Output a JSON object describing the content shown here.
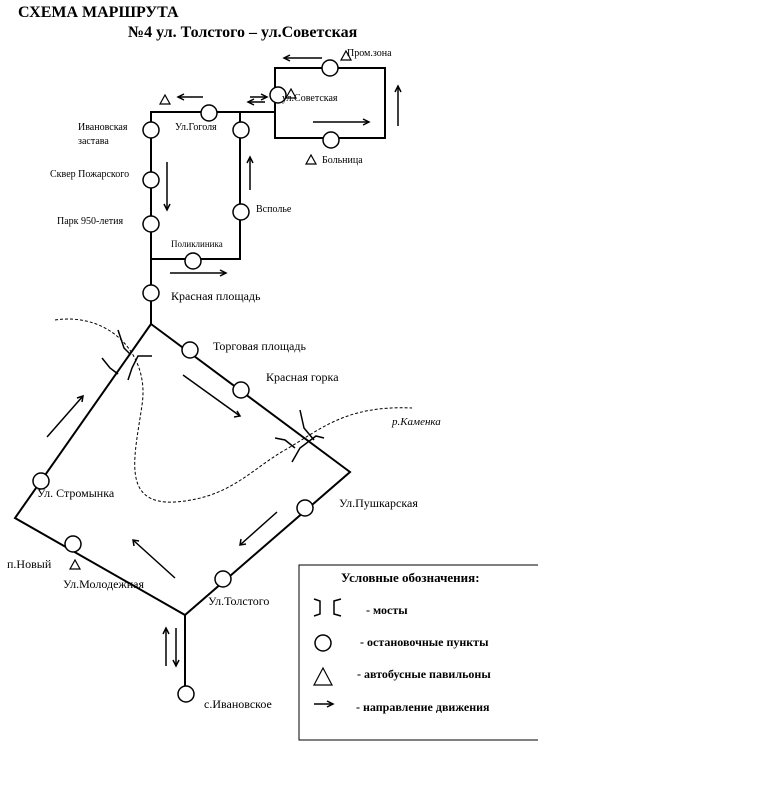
{
  "title": {
    "line1": "СХЕМА МАРШРУТА",
    "line2": "№4 ул. Толстого – ул.Советская"
  },
  "stops": {
    "prom_zona": "Пром.зона",
    "sovetskaya": "ул.Советская",
    "bolnitsa": "Больница",
    "ivanovskaya_zastava_1": "Ивановская",
    "ivanovskaya_zastava_2": "застава",
    "gogolya": "Ул.Гоголя",
    "skver_pozharskogo": "Сквер Пожарского",
    "vspolye": "Всполье",
    "park_950": "Парк 950-летия",
    "poliklinika": "Поликлиника",
    "krasnaya_ploshchad": "Красная площадь",
    "torgovaya_ploshchad": "Торговая площадь",
    "krasnaya_gorka": "Красная горка",
    "stromynka": "Ул. Стромынка",
    "pushkarskaya": "Ул.Пушкарская",
    "p_novyi": "п.Новый",
    "molodezhnaya": "Ул.Молодежная",
    "tolstogo": "Ул.Толстого",
    "s_ivanovskoe": "с.Ивановское"
  },
  "river": "р.Каменка",
  "legend": {
    "heading": "Условные обозначения:",
    "bridges": "- мосты",
    "stops": "- остановочные пункты",
    "pavilions": "- автобусные павильоны",
    "direction": "- направление движения"
  }
}
